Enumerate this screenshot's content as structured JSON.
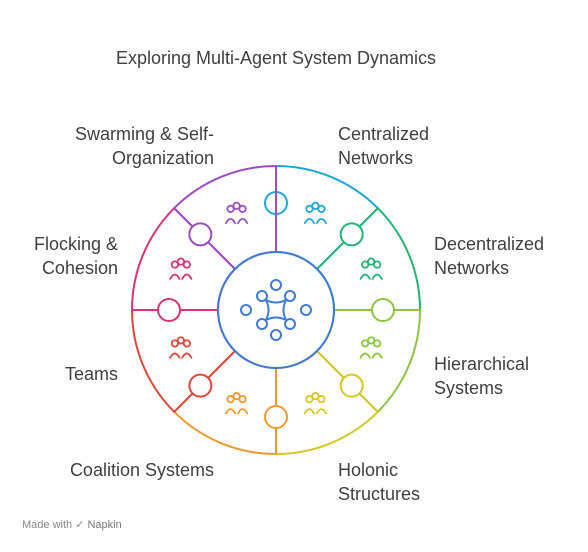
{
  "title": "Exploring Multi-Agent System Dynamics",
  "segments": [
    {
      "label": "Centralized\nNetworks",
      "color": "#1da7d6",
      "icon": "people-hierarchy-icon"
    },
    {
      "label": "Decentralized\nNetworks",
      "color": "#22b573",
      "icon": "group-network-icon"
    },
    {
      "label": "Hierarchical\nSystems",
      "color": "#8cc63e",
      "icon": "org-chart-icon"
    },
    {
      "label": "Holonic\nStructures",
      "color": "#d6c81f",
      "icon": "nested-groups-icon"
    },
    {
      "label": "Coalition Systems",
      "color": "#f2992e",
      "icon": "handshake-people-icon"
    },
    {
      "label": "Teams",
      "color": "#e0463a",
      "icon": "team-icon"
    },
    {
      "label": "Flocking &\nCohesion",
      "color": "#d8337a",
      "icon": "birds-icon"
    },
    {
      "label": "Swarming & Self-\nOrganization",
      "color": "#9b4dc4",
      "icon": "swarm-icon"
    }
  ],
  "center": {
    "color": "#3f7bd9",
    "icon": "network-hub-icon"
  },
  "footer": {
    "made_with": "Made with",
    "brand": "Napkin"
  }
}
